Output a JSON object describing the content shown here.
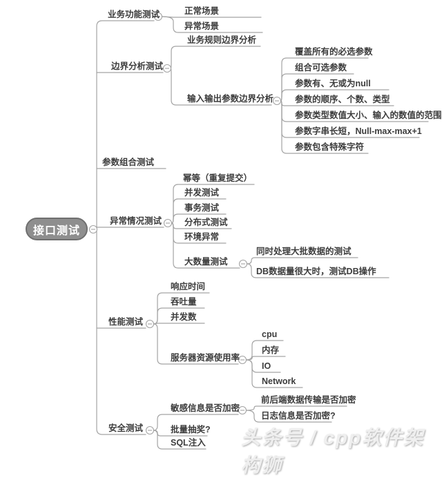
{
  "root": {
    "label": "接口测试"
  },
  "watermark": {
    "text": "头条号 / cpp软件架构狮"
  },
  "colors": {
    "line": "#a3a3a3",
    "text": "#3c3c3c",
    "root_fill": "#8e8e8e",
    "root_border": "#6f6f6f",
    "root_text": "#ffffff",
    "watermark": "#efefef"
  },
  "icons": {
    "collapse": "minus-circle-icon"
  },
  "tree": [
    {
      "id": "business-function-test",
      "label": "业务功能测试",
      "children": [
        {
          "id": "normal-scenario",
          "label": "正常场景"
        },
        {
          "id": "abnormal-scenario",
          "label": "异常场景"
        }
      ]
    },
    {
      "id": "boundary-analysis-test",
      "label": "边界分析测试",
      "children": [
        {
          "id": "business-rule-boundary",
          "label": "业务规则边界分析"
        },
        {
          "id": "io-param-boundary",
          "label": "输入输出参数边界分析",
          "children": [
            {
              "id": "param-required",
              "label": "覆盖所有的必选参数"
            },
            {
              "id": "param-optional-combo",
              "label": "组合可选参数"
            },
            {
              "id": "param-null",
              "label": "参数有、无或为null"
            },
            {
              "id": "param-order-count-type",
              "label": "参数的顺序、个数、类型"
            },
            {
              "id": "param-value-range",
              "label": "参数类型数值大小、输入的数值的范围"
            },
            {
              "id": "param-string-length",
              "label": "参数字串长短，Null-max-max+1"
            },
            {
              "id": "param-special-chars",
              "label": "参数包含特殊字符"
            }
          ]
        }
      ]
    },
    {
      "id": "param-combination-test",
      "label": "参数组合测试"
    },
    {
      "id": "exception-case-test",
      "label": "异常情况测试",
      "children": [
        {
          "id": "idempotent-test",
          "label": "幂等（重复提交）"
        },
        {
          "id": "concurrency-test",
          "label": "并发测试"
        },
        {
          "id": "transaction-test",
          "label": "事务测试"
        },
        {
          "id": "distributed-test",
          "label": "分布式测试"
        },
        {
          "id": "environment-exception",
          "label": "环境异常"
        },
        {
          "id": "big-data-test",
          "label": "大数量测试",
          "children": [
            {
              "id": "batch-data-test",
              "label": "同时处理大批数据的测试"
            },
            {
              "id": "db-operation-test",
              "label": "DB数据量很大时，测试DB操作"
            }
          ]
        }
      ]
    },
    {
      "id": "performance-test",
      "label": "性能测试",
      "children": [
        {
          "id": "response-time",
          "label": "响应时间"
        },
        {
          "id": "throughput",
          "label": "吞吐量"
        },
        {
          "id": "concurrency-count",
          "label": "并发数"
        },
        {
          "id": "server-resource-usage",
          "label": "服务器资源使用率",
          "children": [
            {
              "id": "cpu",
              "label": "cpu"
            },
            {
              "id": "memory",
              "label": "内存"
            },
            {
              "id": "io",
              "label": "IO"
            },
            {
              "id": "network",
              "label": "Network"
            }
          ]
        }
      ]
    },
    {
      "id": "security-test",
      "label": "安全测试",
      "children": [
        {
          "id": "sensitive-info-encryption",
          "label": "敏感信息是否加密",
          "children": [
            {
              "id": "transport-encryption",
              "label": "前后端数据传输是否加密"
            },
            {
              "id": "log-encryption",
              "label": "日志信息是否加密?"
            }
          ]
        },
        {
          "id": "batch-lottery",
          "label": "批量抽奖?"
        },
        {
          "id": "sql-injection",
          "label": "SQL注入"
        }
      ]
    }
  ]
}
